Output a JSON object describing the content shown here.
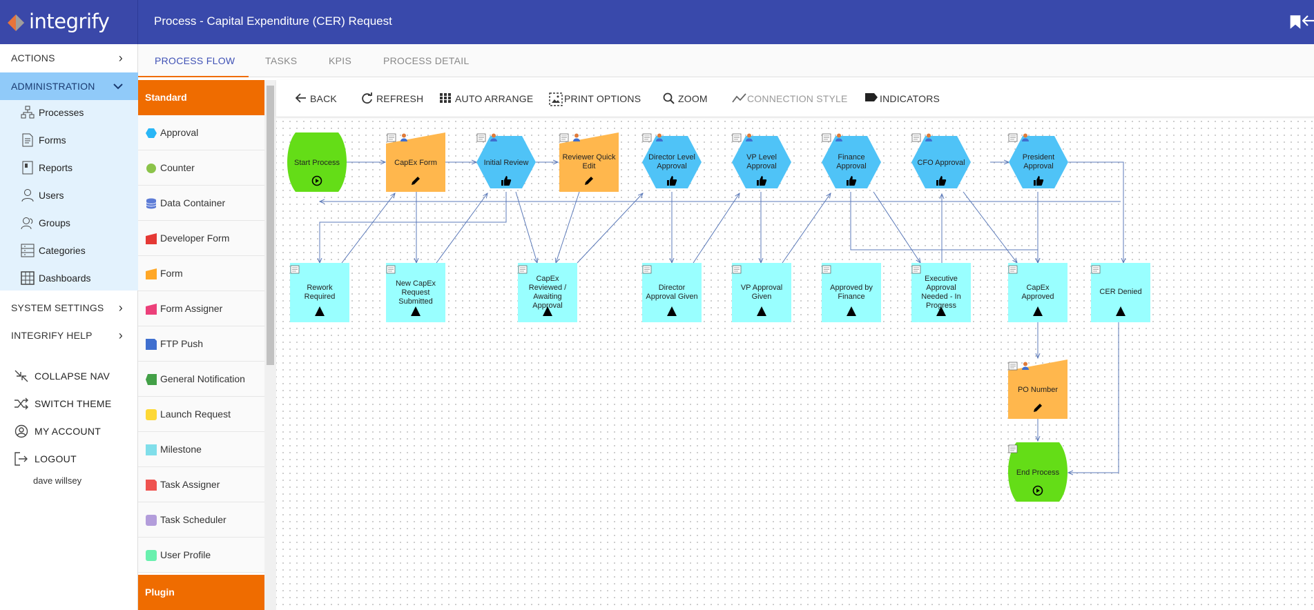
{
  "app": {
    "logo_text": "integrify",
    "page_title": "Process - Capital Expenditure (CER) Request",
    "brand_color": "#3949ab",
    "accent_color": "#ef6c00"
  },
  "nav": {
    "actions": "ACTIONS",
    "administration": "ADMINISTRATION",
    "admin_items": [
      "Processes",
      "Forms",
      "Reports",
      "Users",
      "Groups",
      "Categories",
      "Dashboards"
    ],
    "system_settings": "SYSTEM SETTINGS",
    "integrify_help": "INTEGRIFY HELP",
    "collapse_nav": "COLLAPSE NAV",
    "switch_theme": "SWITCH THEME",
    "my_account": "MY ACCOUNT",
    "logout": "LOGOUT",
    "username": "dave willsey"
  },
  "tabs": [
    "PROCESS FLOW",
    "TASKS",
    "KPIS",
    "PROCESS DETAIL"
  ],
  "palette": {
    "standard_header": "Standard",
    "plugin_header": "Plugin",
    "items": [
      {
        "label": "Approval",
        "color": "#29b6f6"
      },
      {
        "label": "Counter",
        "color": "#8bc34a"
      },
      {
        "label": "Data Container",
        "color": "#5c7bd6"
      },
      {
        "label": "Developer Form",
        "color": "#e53935"
      },
      {
        "label": "Form",
        "color": "#ffa726"
      },
      {
        "label": "Form Assigner",
        "color": "#ec407a"
      },
      {
        "label": "FTP Push",
        "color": "#3f6fcf"
      },
      {
        "label": "General Notification",
        "color": "#43a047"
      },
      {
        "label": "Launch Request",
        "color": "#fdd835"
      },
      {
        "label": "Milestone",
        "color": "#80deea"
      },
      {
        "label": "Task Assigner",
        "color": "#ef5350"
      },
      {
        "label": "Task Scheduler",
        "color": "#b39ddb"
      },
      {
        "label": "User Profile",
        "color": "#69f0ae"
      }
    ]
  },
  "toolbar": {
    "back": "BACK",
    "refresh": "REFRESH",
    "auto_arrange": "AUTO ARRANGE",
    "print_options": "PRINT OPTIONS",
    "zoom": "ZOOM",
    "connection_style": "CONNECTION STYLE",
    "indicators": "INDICATORS"
  },
  "flow": {
    "start": "Start Process",
    "capex_form": "CapEx Form",
    "initial_review": "Initial Review",
    "reviewer_quick_edit": "Reviewer Quick Edit",
    "director_level_approval": "Director Level Approval",
    "vp_level_approval": "VP Level Approval",
    "finance_approval": "Finance Approval",
    "cfo_approval": "CFO Approval",
    "president_approval": "President Approval",
    "rework_required": "Rework Required",
    "new_capex_submitted": "New CapEx Request Submitted",
    "capex_reviewed_awaiting": "CapEx Reviewed / Awaiting Approval",
    "director_approval_given": "Director Approval Given",
    "vp_approval_given": "VP Approval Given",
    "approved_by_finance": "Approved by Finance",
    "executive_approval_needed": "Executive Approval Needed - In Progress",
    "capex_approved": "CapEx Approved",
    "cer_denied": "CER Denied",
    "po_number": "PO Number",
    "end": "End Process"
  }
}
